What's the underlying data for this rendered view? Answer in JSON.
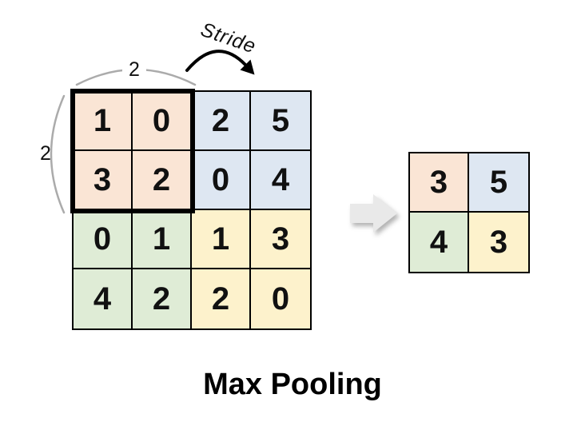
{
  "diagram": {
    "title": "Max Pooling",
    "stride_label": "Stride",
    "kernel_width_label": "2",
    "kernel_height_label": "2"
  },
  "colors": {
    "cell_peach": "#FAE5D5",
    "cell_blue": "#DEE7F2",
    "cell_green": "#DFECD6",
    "cell_yellow": "#FDF2CC",
    "grid_line": "#000000",
    "pooling_window_border": "#000000",
    "brace_gray": "#ABABAB",
    "stride_arrow": "#000000",
    "transform_arrow_gray": "#E9E9E9"
  },
  "input_grid": {
    "rows": 4,
    "cols": 4,
    "cells": [
      {
        "value": "1",
        "bg": "#FAE5D5"
      },
      {
        "value": "0",
        "bg": "#FAE5D5"
      },
      {
        "value": "2",
        "bg": "#DEE7F2"
      },
      {
        "value": "5",
        "bg": "#DEE7F2"
      },
      {
        "value": "3",
        "bg": "#FAE5D5"
      },
      {
        "value": "2",
        "bg": "#FAE5D5"
      },
      {
        "value": "0",
        "bg": "#DEE7F2"
      },
      {
        "value": "4",
        "bg": "#DEE7F2"
      },
      {
        "value": "0",
        "bg": "#DFECD6"
      },
      {
        "value": "1",
        "bg": "#DFECD6"
      },
      {
        "value": "1",
        "bg": "#FDF2CC"
      },
      {
        "value": "3",
        "bg": "#FDF2CC"
      },
      {
        "value": "4",
        "bg": "#DFECD6"
      },
      {
        "value": "2",
        "bg": "#DFECD6"
      },
      {
        "value": "2",
        "bg": "#FDF2CC"
      },
      {
        "value": "0",
        "bg": "#FDF2CC"
      }
    ]
  },
  "output_grid": {
    "rows": 2,
    "cols": 2,
    "cells": [
      {
        "value": "3",
        "bg": "#FAE5D5"
      },
      {
        "value": "5",
        "bg": "#DEE7F2"
      },
      {
        "value": "4",
        "bg": "#DFECD6"
      },
      {
        "value": "3",
        "bg": "#FDF2CC"
      }
    ]
  }
}
